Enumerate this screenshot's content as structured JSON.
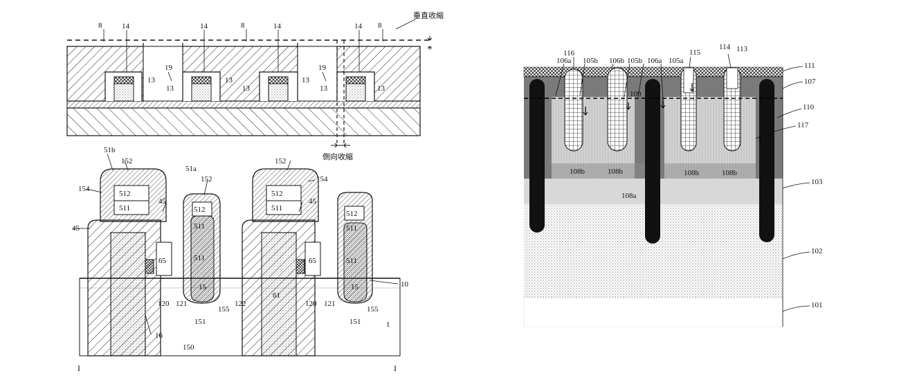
{
  "fig_a": {
    "labels": {
      "l8a": "8",
      "l8b": "8",
      "l8c": "8",
      "l14a": "14",
      "l14b": "14",
      "l14c": "14",
      "l14d": "14",
      "l19a": "19",
      "l19b": "19",
      "l13": "13",
      "vertical_shrink": "垂直收縮",
      "lateral_shrink": "側向收縮"
    }
  },
  "fig_b": {
    "labels": {
      "l51b": "51b",
      "l51a": "51a",
      "l152": "152",
      "l154": "154",
      "l512": "512",
      "l511": "511",
      "l45": "45",
      "l65": "65",
      "l15": "15",
      "l61": "61",
      "l120": "120",
      "l121": "121",
      "l122": "122",
      "l151": "151",
      "l155": "155",
      "l10": "10",
      "l1": "1",
      "l16": "16",
      "l150": "150",
      "lI": "I"
    }
  },
  "fig_c": {
    "labels": {
      "l116": "116",
      "l106a": "106a",
      "l105b": "105b",
      "l106b": "106b",
      "l105a": "105a",
      "l115": "115",
      "l114": "114",
      "l113": "113",
      "l111": "111",
      "l107": "107",
      "l109": "109",
      "l110": "110",
      "l117": "117",
      "l108b": "108b",
      "l108a": "108a",
      "l103": "103",
      "l102": "102",
      "l101": "101"
    }
  }
}
